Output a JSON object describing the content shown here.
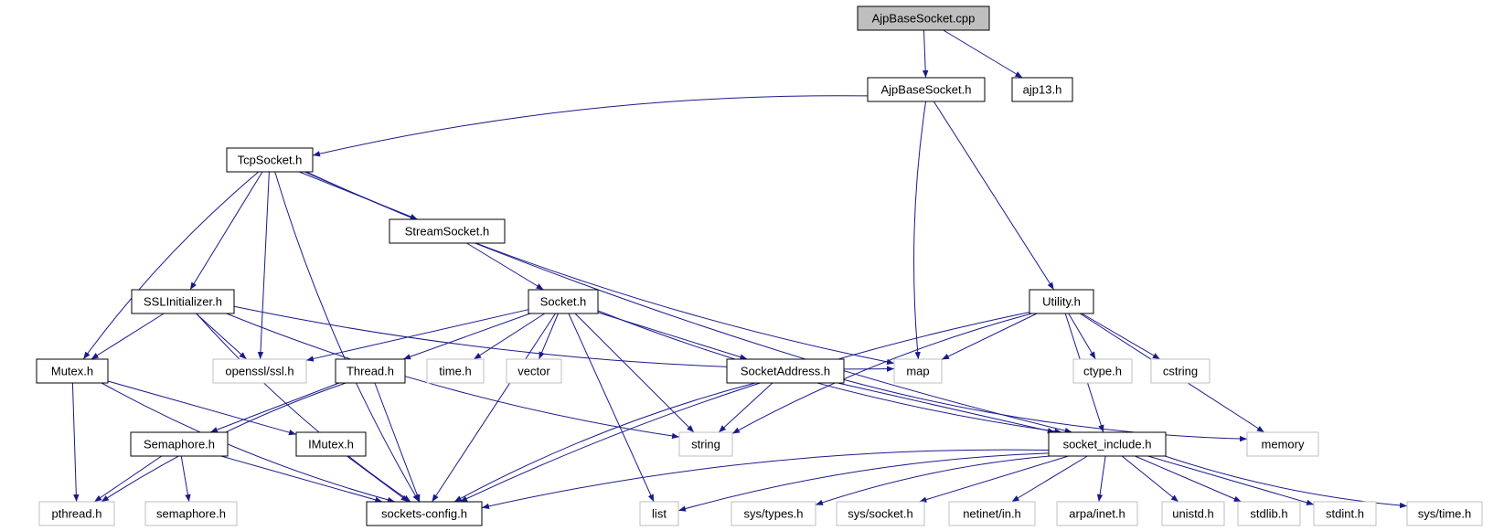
{
  "nodes": [
    {
      "id": "n0",
      "label": "AjpBaseSocket.cpp",
      "kind": "root"
    },
    {
      "id": "n1",
      "label": "AjpBaseSocket.h",
      "kind": "file"
    },
    {
      "id": "n2",
      "label": "ajp13.h",
      "kind": "file"
    },
    {
      "id": "n3",
      "label": "TcpSocket.h",
      "kind": "file"
    },
    {
      "id": "n4",
      "label": "map",
      "kind": "external"
    },
    {
      "id": "n5",
      "label": "Utility.h",
      "kind": "file"
    },
    {
      "id": "n6",
      "label": "StreamSocket.h",
      "kind": "file"
    },
    {
      "id": "n7",
      "label": "SSLInitializer.h",
      "kind": "file"
    },
    {
      "id": "n8",
      "label": "Socket.h",
      "kind": "file"
    },
    {
      "id": "n9",
      "label": "Mutex.h",
      "kind": "file"
    },
    {
      "id": "n10",
      "label": "openssl/ssl.h",
      "kind": "external"
    },
    {
      "id": "n11",
      "label": "Thread.h",
      "kind": "file"
    },
    {
      "id": "n12",
      "label": "time.h",
      "kind": "external"
    },
    {
      "id": "n13",
      "label": "vector",
      "kind": "external"
    },
    {
      "id": "n14",
      "label": "SocketAddress.h",
      "kind": "file"
    },
    {
      "id": "n15",
      "label": "ctype.h",
      "kind": "external"
    },
    {
      "id": "n16",
      "label": "cstring",
      "kind": "external"
    },
    {
      "id": "n17",
      "label": "Semaphore.h",
      "kind": "file"
    },
    {
      "id": "n18",
      "label": "IMutex.h",
      "kind": "file"
    },
    {
      "id": "n19",
      "label": "string",
      "kind": "external"
    },
    {
      "id": "n20",
      "label": "socket_include.h",
      "kind": "file"
    },
    {
      "id": "n21",
      "label": "memory",
      "kind": "external"
    },
    {
      "id": "n22",
      "label": "pthread.h",
      "kind": "external"
    },
    {
      "id": "n23",
      "label": "semaphore.h",
      "kind": "external"
    },
    {
      "id": "n24",
      "label": "sockets-config.h",
      "kind": "file"
    },
    {
      "id": "n25",
      "label": "list",
      "kind": "external"
    },
    {
      "id": "n26",
      "label": "sys/types.h",
      "kind": "external"
    },
    {
      "id": "n27",
      "label": "sys/socket.h",
      "kind": "external"
    },
    {
      "id": "n28",
      "label": "netinet/in.h",
      "kind": "external"
    },
    {
      "id": "n29",
      "label": "arpa/inet.h",
      "kind": "external"
    },
    {
      "id": "n30",
      "label": "unistd.h",
      "kind": "external"
    },
    {
      "id": "n31",
      "label": "stdlib.h",
      "kind": "external"
    },
    {
      "id": "n32",
      "label": "stdint.h",
      "kind": "external"
    },
    {
      "id": "n33",
      "label": "sys/time.h",
      "kind": "external"
    }
  ],
  "edges": [
    [
      "n0",
      "n1"
    ],
    [
      "n0",
      "n2"
    ],
    [
      "n1",
      "n3"
    ],
    [
      "n1",
      "n4"
    ],
    [
      "n1",
      "n5"
    ],
    [
      "n3",
      "n24"
    ],
    [
      "n3",
      "n9"
    ],
    [
      "n3",
      "n7"
    ],
    [
      "n3",
      "n10"
    ],
    [
      "n3",
      "n6"
    ],
    [
      "n3",
      "n4"
    ],
    [
      "n3",
      "n20"
    ],
    [
      "n6",
      "n8"
    ],
    [
      "n7",
      "n9"
    ],
    [
      "n7",
      "n10"
    ],
    [
      "n7",
      "n19"
    ],
    [
      "n7",
      "n24"
    ],
    [
      "n7",
      "n4"
    ],
    [
      "n8",
      "n10"
    ],
    [
      "n8",
      "n11"
    ],
    [
      "n8",
      "n12"
    ],
    [
      "n8",
      "n13"
    ],
    [
      "n8",
      "n24"
    ],
    [
      "n8",
      "n25"
    ],
    [
      "n8",
      "n19"
    ],
    [
      "n8",
      "n14"
    ],
    [
      "n8",
      "n20"
    ],
    [
      "n9",
      "n22"
    ],
    [
      "n9",
      "n18"
    ],
    [
      "n9",
      "n24"
    ],
    [
      "n11",
      "n17"
    ],
    [
      "n11",
      "n22"
    ],
    [
      "n11",
      "n24"
    ],
    [
      "n14",
      "n19"
    ],
    [
      "n14",
      "n24"
    ],
    [
      "n14",
      "n20"
    ],
    [
      "n14",
      "n21"
    ],
    [
      "n5",
      "n4"
    ],
    [
      "n5",
      "n15"
    ],
    [
      "n5",
      "n16"
    ],
    [
      "n5",
      "n19"
    ],
    [
      "n5",
      "n24"
    ],
    [
      "n5",
      "n20"
    ],
    [
      "n5",
      "n21"
    ],
    [
      "n17",
      "n22"
    ],
    [
      "n17",
      "n23"
    ],
    [
      "n17",
      "n24"
    ],
    [
      "n18",
      "n24"
    ],
    [
      "n20",
      "n24"
    ],
    [
      "n20",
      "n25"
    ],
    [
      "n20",
      "n26"
    ],
    [
      "n20",
      "n27"
    ],
    [
      "n20",
      "n28"
    ],
    [
      "n20",
      "n29"
    ],
    [
      "n20",
      "n30"
    ],
    [
      "n20",
      "n31"
    ],
    [
      "n20",
      "n32"
    ],
    [
      "n20",
      "n33"
    ]
  ],
  "colors": {
    "edge": "#1a1a8c",
    "root_fill": "#bfbfbf",
    "file_border": "#000000",
    "external_border": "#bfbfbf",
    "text": "#000000"
  }
}
